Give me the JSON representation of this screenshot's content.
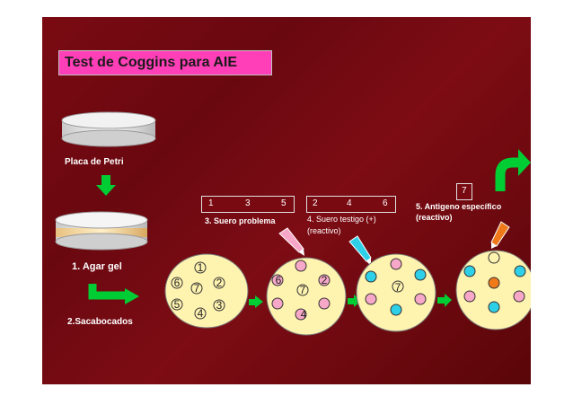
{
  "title": "Test de Coggins para AIE",
  "labels": {
    "placa": "Placa de Petri",
    "agar": "1. Agar gel",
    "sacabocados": "2.Sacabocados",
    "suero_problema": "3. Suero problema",
    "suero_testigo_1": "4. Suero testigo (+)",
    "suero_testigo_2": "(reactivo)",
    "antigeno_1": "5. Antigeno específico",
    "antigeno_2": "(reactivo)"
  },
  "number_boxes": {
    "problema": [
      "1",
      "3",
      "5"
    ],
    "testigo": [
      "2",
      "4",
      "6"
    ],
    "antigeno": [
      "7"
    ]
  },
  "plate1_wells": [
    "1",
    "2",
    "3",
    "4",
    "5",
    "6",
    "7"
  ],
  "plate2_wells": [
    "2",
    "4",
    "6",
    "7"
  ],
  "plate3_wells": [
    "7"
  ],
  "colors": {
    "background": "#6e0a10",
    "title_box": "#ff3fb8",
    "arrow_green": "#00cc33",
    "plate_fill": "#fff3b0",
    "pink_well": "#f7a8c8",
    "cyan_well": "#2ed0e8",
    "orange_well": "#f07a1a"
  }
}
